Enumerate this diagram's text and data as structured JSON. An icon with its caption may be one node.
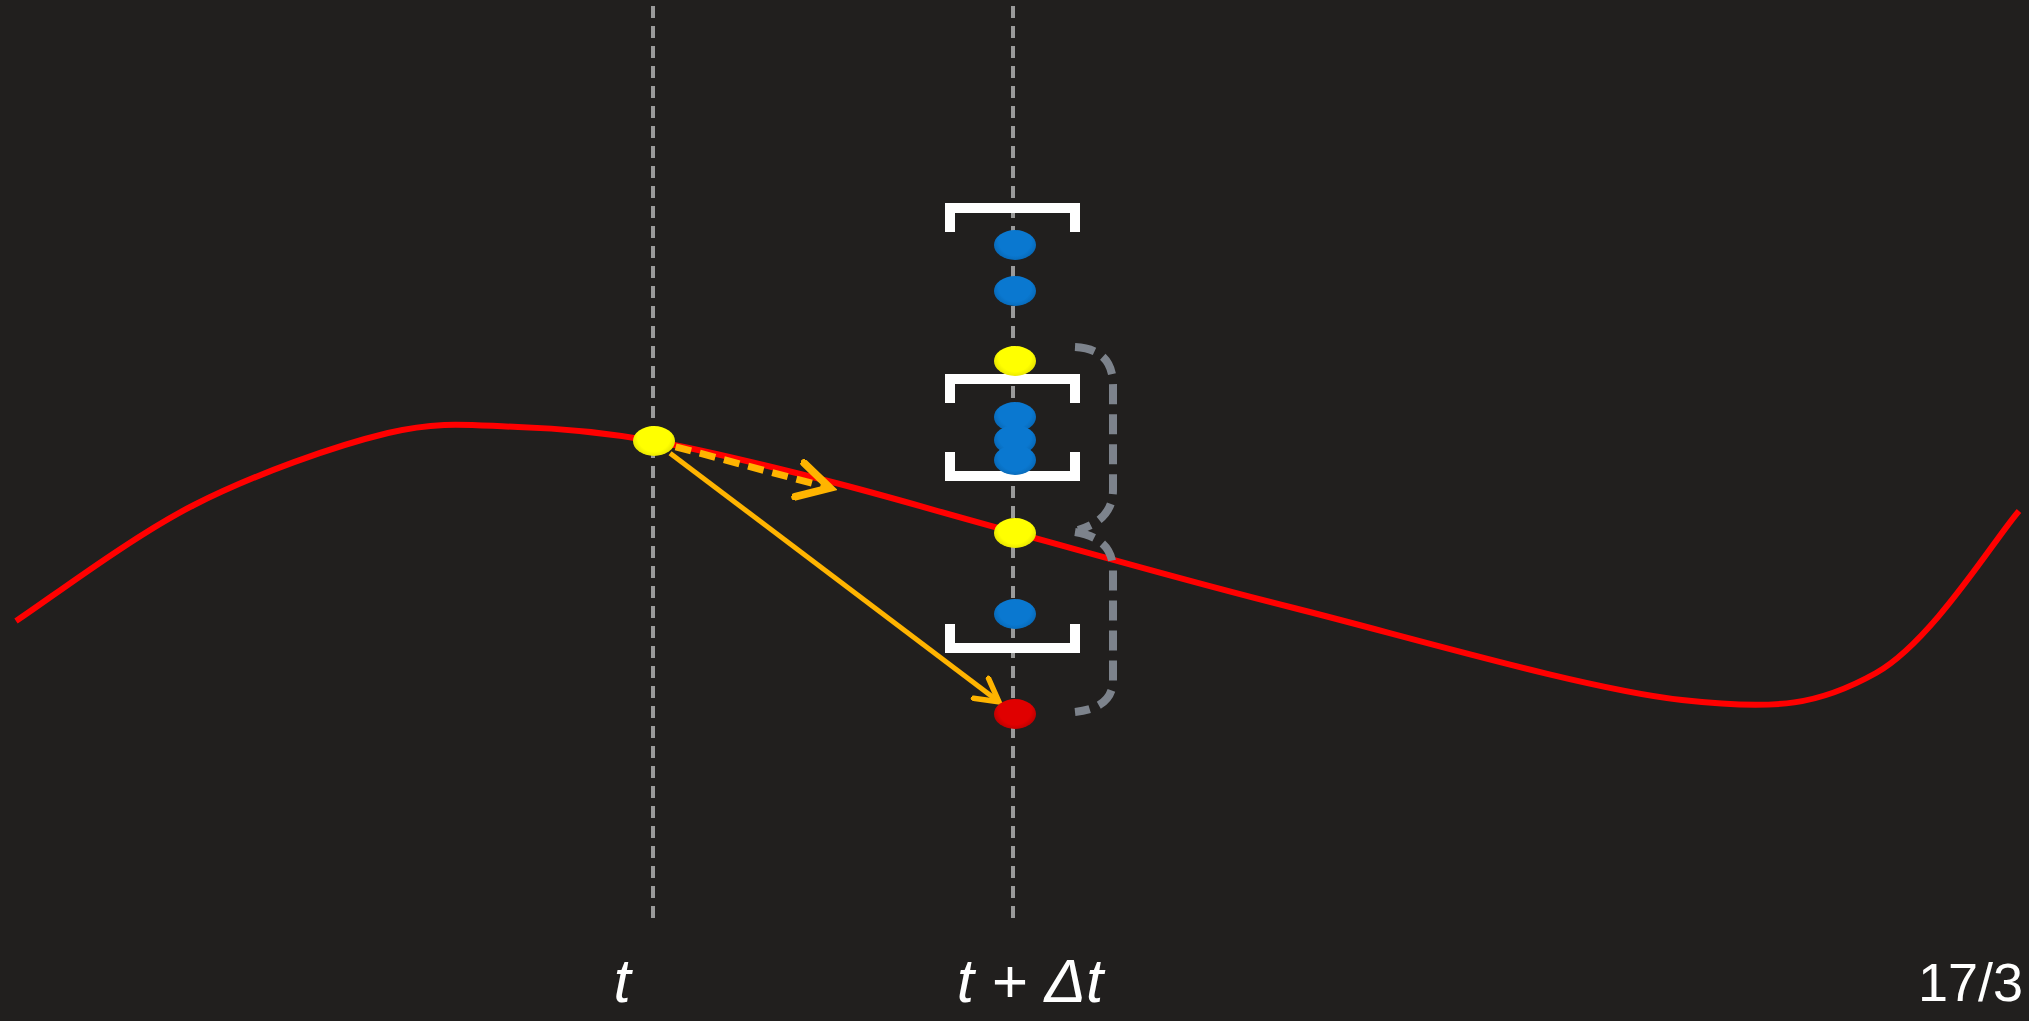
{
  "diagram": {
    "nodes": [
      {
        "text": [],
        "shape": "circle"
      },
      {
        "text": [],
        "shape": "circle"
      },
      {
        "text": [],
        "shape": "circle"
      },
      {
        "text": [],
        "shape": "circle"
      },
      {
        "text": [],
        "shape": "circle"
      },
      {
        "text": [],
        "shape": "circle"
      },
      {
        "text": [],
        "shape": "circle"
      },
      {
        "text": [],
        "shape": "circle"
      },
      {
        "text": [],
        "shape": "circle"
      },
      {
        "text": [],
        "shape": "circle"
      }
    ],
    "edges": [
      {
        "from": 0,
        "to": null,
        "arrow": "to",
        "style": "dashed"
      },
      {
        "from": 0,
        "to": 9,
        "arrow": "to"
      }
    ],
    "labels": [
      "t",
      "t + Δt",
      "17/3"
    ]
  }
}
